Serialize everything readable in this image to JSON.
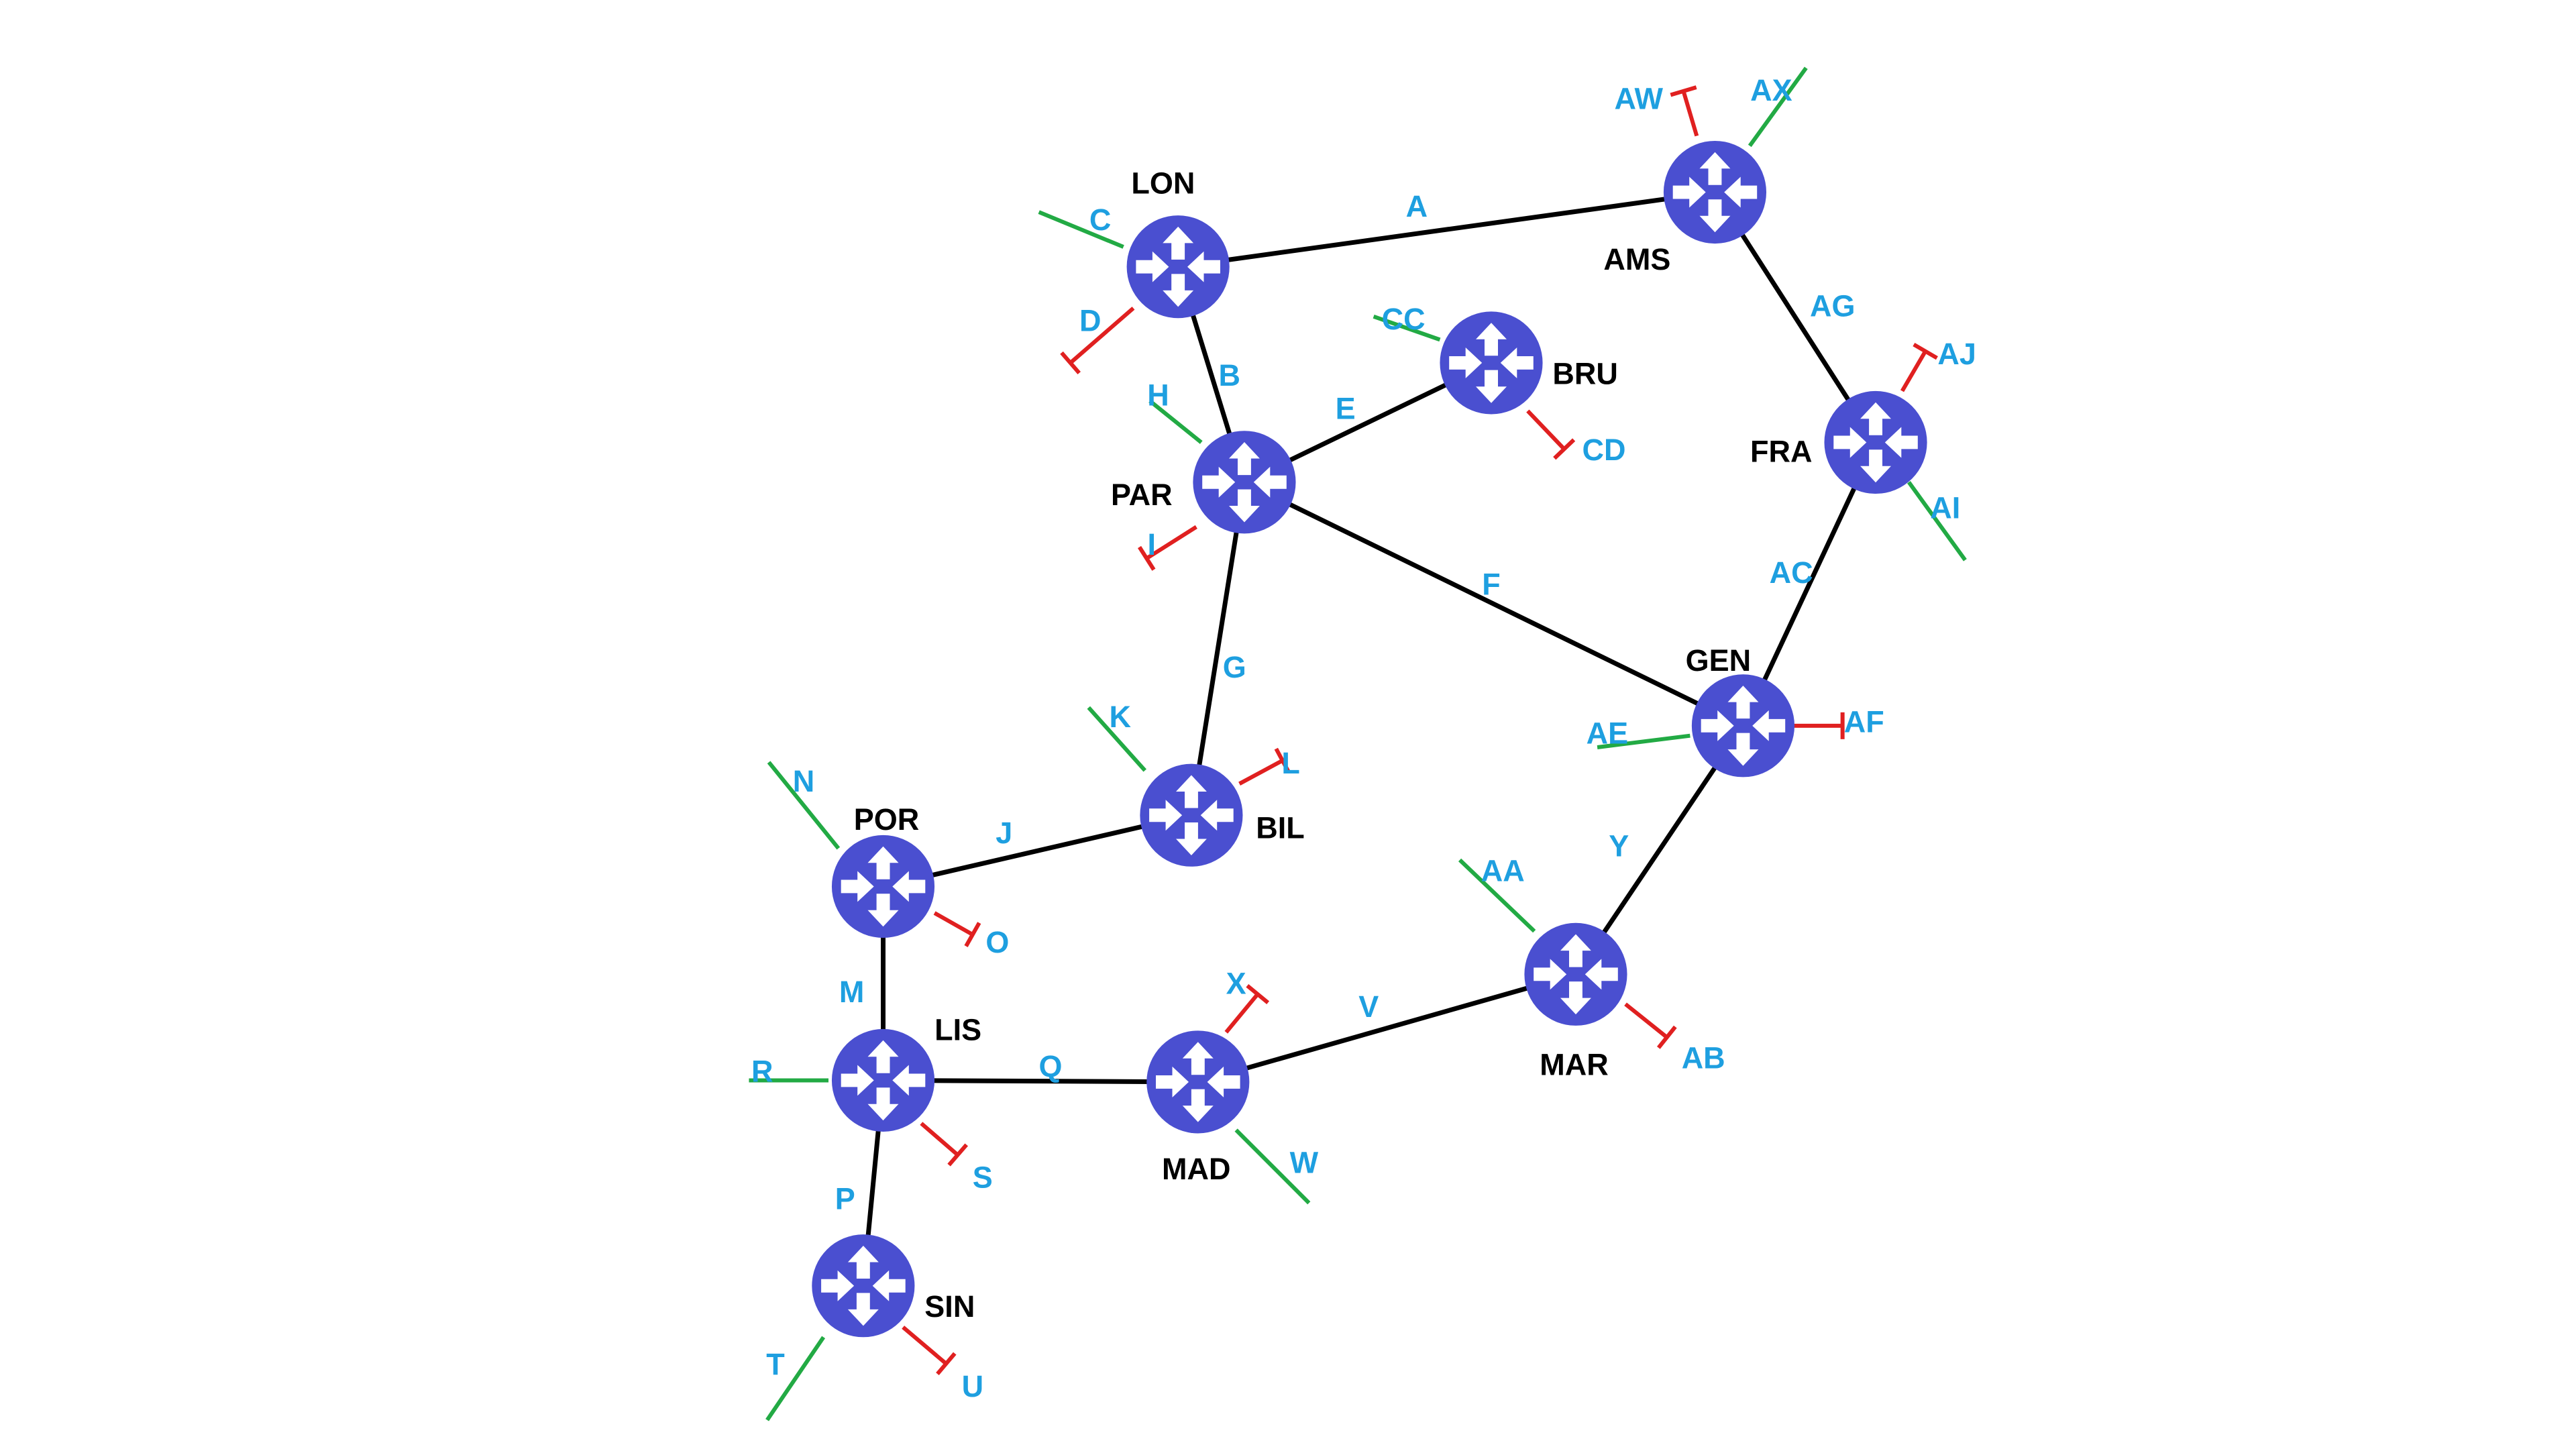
{
  "colors": {
    "router": "#4a4fd0",
    "router_arrow": "#ffffff",
    "link": "#000000",
    "label": "#1e9fe0",
    "router_text": "#000000",
    "stub_up": "#22aa44",
    "stub_down": "#e02020"
  },
  "routers": [
    {
      "id": "LON",
      "label": "LON"
    },
    {
      "id": "AMS",
      "label": "AMS"
    },
    {
      "id": "BRU",
      "label": "BRU"
    },
    {
      "id": "PAR",
      "label": "PAR"
    },
    {
      "id": "FRA",
      "label": "FRA"
    },
    {
      "id": "GEN",
      "label": "GEN"
    },
    {
      "id": "BIL",
      "label": "BIL"
    },
    {
      "id": "POR",
      "label": "POR"
    },
    {
      "id": "LIS",
      "label": "LIS"
    },
    {
      "id": "MAD",
      "label": "MAD"
    },
    {
      "id": "MAR",
      "label": "MAR"
    },
    {
      "id": "SIN",
      "label": "SIN"
    }
  ],
  "links": [
    {
      "label": "A",
      "from": "LON",
      "to": "AMS"
    },
    {
      "label": "B",
      "from": "LON",
      "to": "PAR"
    },
    {
      "label": "E",
      "from": "PAR",
      "to": "BRU"
    },
    {
      "label": "F",
      "from": "PAR",
      "to": "GEN"
    },
    {
      "label": "G",
      "from": "PAR",
      "to": "BIL"
    },
    {
      "label": "AG",
      "from": "AMS",
      "to": "FRA"
    },
    {
      "label": "AC",
      "from": "FRA",
      "to": "GEN"
    },
    {
      "label": "Y",
      "from": "GEN",
      "to": "MAR"
    },
    {
      "label": "V",
      "from": "MAD",
      "to": "MAR"
    },
    {
      "label": "Q",
      "from": "LIS",
      "to": "MAD"
    },
    {
      "label": "J",
      "from": "POR",
      "to": "BIL"
    },
    {
      "label": "M",
      "from": "POR",
      "to": "LIS"
    },
    {
      "label": "P",
      "from": "LIS",
      "to": "SIN"
    }
  ],
  "stubs": [
    {
      "label": "C",
      "router": "LON",
      "state": "up"
    },
    {
      "label": "D",
      "router": "LON",
      "state": "down"
    },
    {
      "label": "AW",
      "router": "AMS",
      "state": "down"
    },
    {
      "label": "AX",
      "router": "AMS",
      "state": "up"
    },
    {
      "label": "CC",
      "router": "BRU",
      "state": "up"
    },
    {
      "label": "CD",
      "router": "BRU",
      "state": "down"
    },
    {
      "label": "H",
      "router": "PAR",
      "state": "up"
    },
    {
      "label": "I",
      "router": "PAR",
      "state": "down"
    },
    {
      "label": "AJ",
      "router": "FRA",
      "state": "down"
    },
    {
      "label": "AI",
      "router": "FRA",
      "state": "up"
    },
    {
      "label": "AE",
      "router": "GEN",
      "state": "up"
    },
    {
      "label": "AF",
      "router": "GEN",
      "state": "down"
    },
    {
      "label": "K",
      "router": "BIL",
      "state": "up"
    },
    {
      "label": "L",
      "router": "BIL",
      "state": "down"
    },
    {
      "label": "N",
      "router": "POR",
      "state": "up"
    },
    {
      "label": "O",
      "router": "POR",
      "state": "down"
    },
    {
      "label": "R",
      "router": "LIS",
      "state": "up"
    },
    {
      "label": "S",
      "router": "LIS",
      "state": "down"
    },
    {
      "label": "X",
      "router": "MAD",
      "state": "down"
    },
    {
      "label": "W",
      "router": "MAD",
      "state": "up"
    },
    {
      "label": "AA",
      "router": "MAR",
      "state": "up"
    },
    {
      "label": "AB",
      "router": "MAR",
      "state": "down"
    },
    {
      "label": "T",
      "router": "SIN",
      "state": "up"
    },
    {
      "label": "U",
      "router": "SIN",
      "state": "down"
    }
  ]
}
